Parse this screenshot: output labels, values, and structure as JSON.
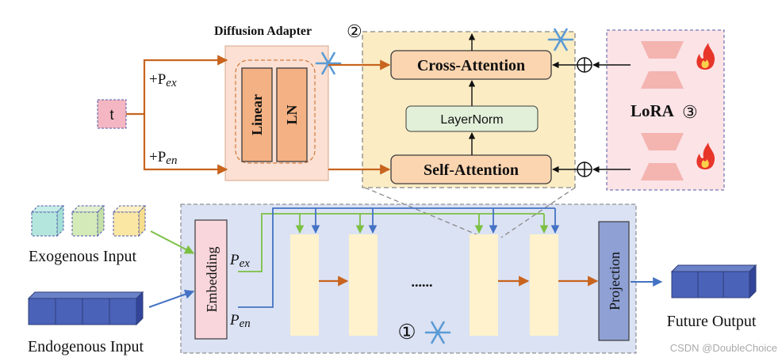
{
  "adapter": {
    "title": "Diffusion Adapter",
    "marker": "②",
    "linear": "Linear",
    "ln": "LN"
  },
  "attention": {
    "cross": "Cross-Attention",
    "layernorm": "LayerNorm",
    "self": "Self-Attention"
  },
  "lora": {
    "label": "LoRA",
    "marker": "③"
  },
  "inputs": {
    "t": "t",
    "pex": "+P",
    "pex_sub": "ex",
    "pen": "+P",
    "pen_sub": "en"
  },
  "backbone": {
    "embedding": "Embedding",
    "pex": "P",
    "pex_sub": "ex",
    "pen": "P",
    "pen_sub": "en",
    "dots": "......",
    "projection": "Projection",
    "marker": "①"
  },
  "io": {
    "exogenous": "Exogenous Input",
    "endogenous": "Endogenous Input",
    "future": "Future Output"
  },
  "watermark": "CSDN @DoubleChoice",
  "colors": {
    "orange": "#c8641e",
    "green": "#7cc042",
    "blue": "#4472c4",
    "backbone_bg": "#dbe2f3",
    "attn_bg": "#fbecc4",
    "lora_bg": "#fbe3e6",
    "adapter_bg": "#fbe0d3"
  }
}
